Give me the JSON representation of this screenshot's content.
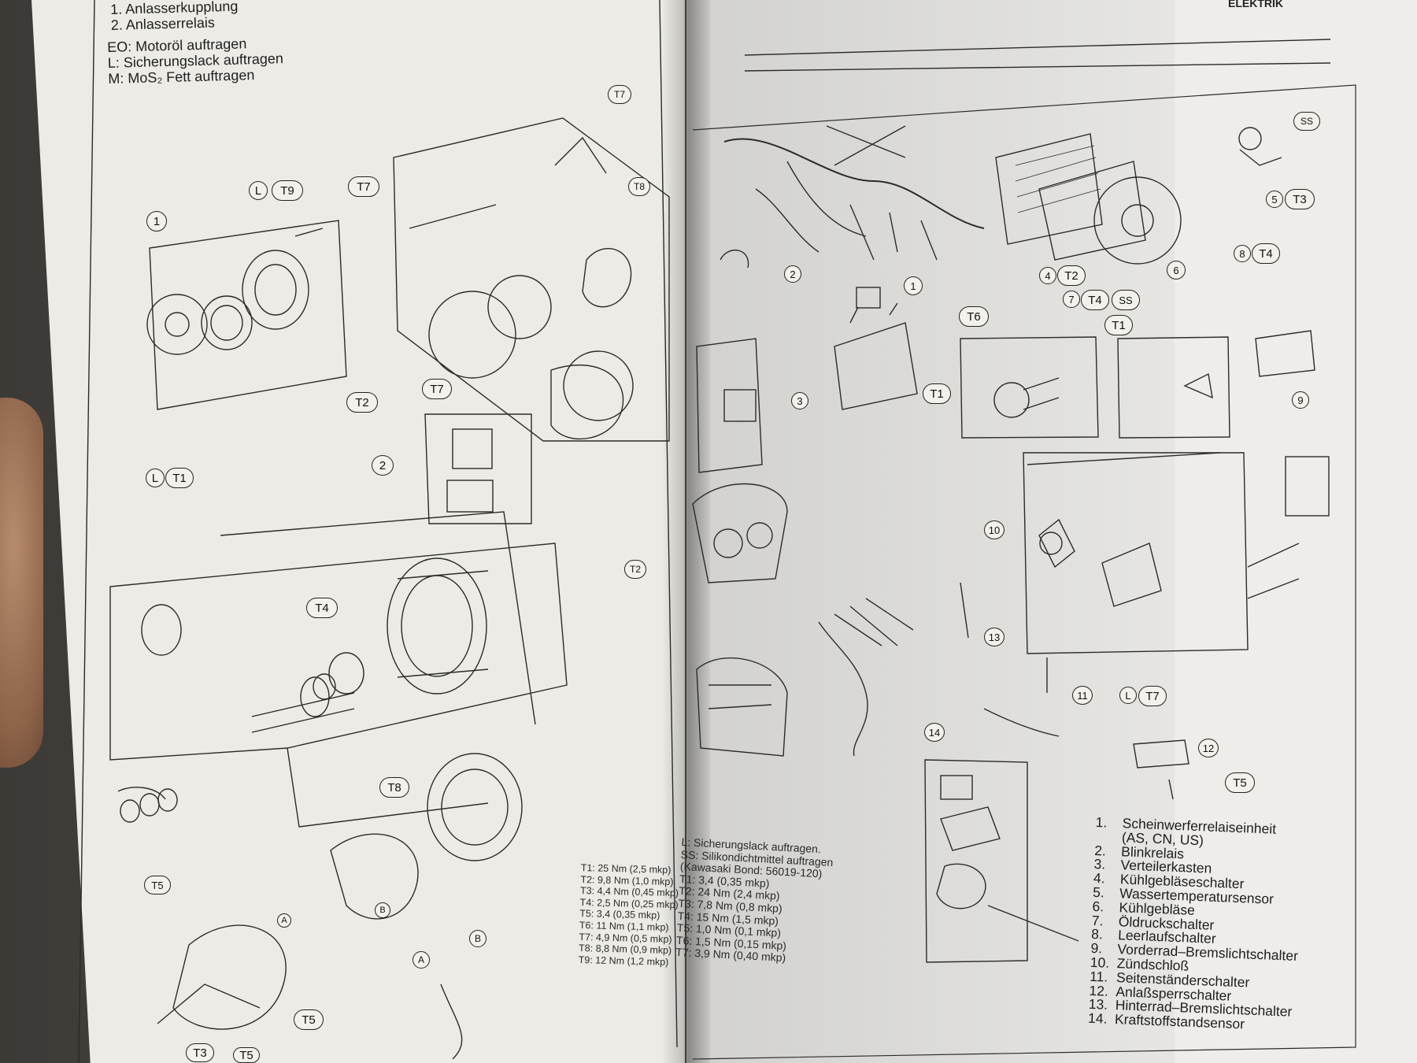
{
  "left_page": {
    "legend": [
      "1.  Anlasserkupplung",
      "2.  Anlasserrelais"
    ],
    "notes": [
      "EO: Motoröl auftragen",
      "L:   Sicherungslack auftragen",
      "M:  MoS₂ Fett auftragen"
    ],
    "torque": [
      "T1: 25 Nm (2,5 mkp)",
      "T2: 9,8 Nm (1,0 mkp)",
      "T3: 4,4 Nm (0,45 mkp)",
      "T4: 2,5 Nm (0,25 mkp)",
      "T5: 3,4 (0,35 mkp)",
      "T6: 11 Nm (1,1 mkp)",
      "T7: 4,9 Nm (0,5 mkp)",
      "T8: 8,8 Nm (0,9 mkp)",
      "T9: 12 Nm (1,2 mkp)"
    ],
    "callouts": [
      "1",
      "L",
      "T9",
      "T7",
      "T7",
      "T2",
      "T7",
      "T8",
      "2",
      "L",
      "T1",
      "T4",
      "T8",
      "T2",
      "T5",
      "T5",
      "T3",
      "T5",
      "A",
      "B",
      "A",
      "B"
    ]
  },
  "right_page": {
    "header": "ELEKTRIK",
    "notes": [
      "L: Sicherungslack auftragen.",
      "SS: Silikondichtmittel auftragen",
      "(Kawasaki Bond: 56019-120)"
    ],
    "torque": [
      "T1: 3,4 (0,35 mkp)",
      "T2: 24 Nm (2,4 mkp)",
      "T3: 7,8 Nm (0,8 mkp)",
      "T4: 15 Nm (1,5 mkp)",
      "T5: 1,0 Nm (0,1 mkp)",
      "T6: 1,5 Nm (0,15 mkp)",
      "T7: 3,9 Nm (0,40 mkp)"
    ],
    "parts": [
      {
        "num": "1.",
        "name": "Scheinwerferrelaiseinheit"
      },
      {
        "num": "",
        "name": "(AS, CN, US)"
      },
      {
        "num": "2.",
        "name": "Blinkrelais"
      },
      {
        "num": "3.",
        "name": "Verteilerkasten"
      },
      {
        "num": "4.",
        "name": "Kühlgebläseschalter"
      },
      {
        "num": "5.",
        "name": "Wassertemperatursensor"
      },
      {
        "num": "6.",
        "name": "Kühlgebläse"
      },
      {
        "num": "7.",
        "name": "Öldruckschalter"
      },
      {
        "num": "8.",
        "name": "Leerlaufschalter"
      },
      {
        "num": "9.",
        "name": "Vorderrad–Bremslichtschalter"
      },
      {
        "num": "10.",
        "name": "Zündschloß"
      },
      {
        "num": "11.",
        "name": "Seitenständerschalter"
      },
      {
        "num": "12.",
        "name": "Anlaßsperrschalter"
      },
      {
        "num": "13.",
        "name": "Hinterrad–Bremslichtschalter"
      },
      {
        "num": "14.",
        "name": "Kraftstoffstandsensor"
      }
    ],
    "callouts": [
      "SS",
      "5",
      "T3",
      "4",
      "T2",
      "6",
      "8",
      "T4",
      "2",
      "1",
      "7",
      "T4",
      "SS",
      "T6",
      "T1",
      "T1",
      "3",
      "9",
      "10",
      "13",
      "11",
      "L",
      "T7",
      "12",
      "T5",
      "14"
    ]
  }
}
